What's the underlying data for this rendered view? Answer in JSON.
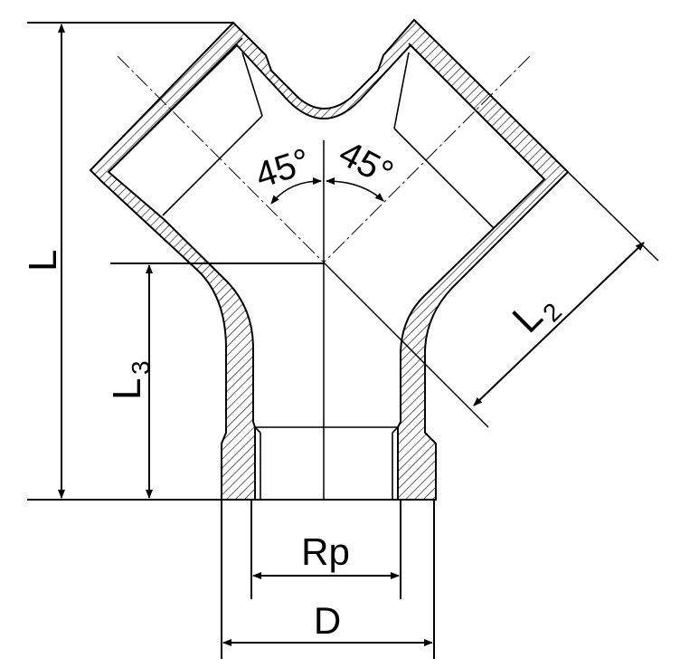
{
  "title": "Y-branch pipe fitting dimension drawing",
  "labels": {
    "L": "L",
    "L3_main": "L",
    "L3_sub": "3",
    "L2_main": "L",
    "L2_sub": "2",
    "angle_left": "45°",
    "angle_right": "45°",
    "Rp": "Rp",
    "D": "D"
  },
  "colors": {
    "line": "#000000",
    "background": "#ffffff"
  }
}
